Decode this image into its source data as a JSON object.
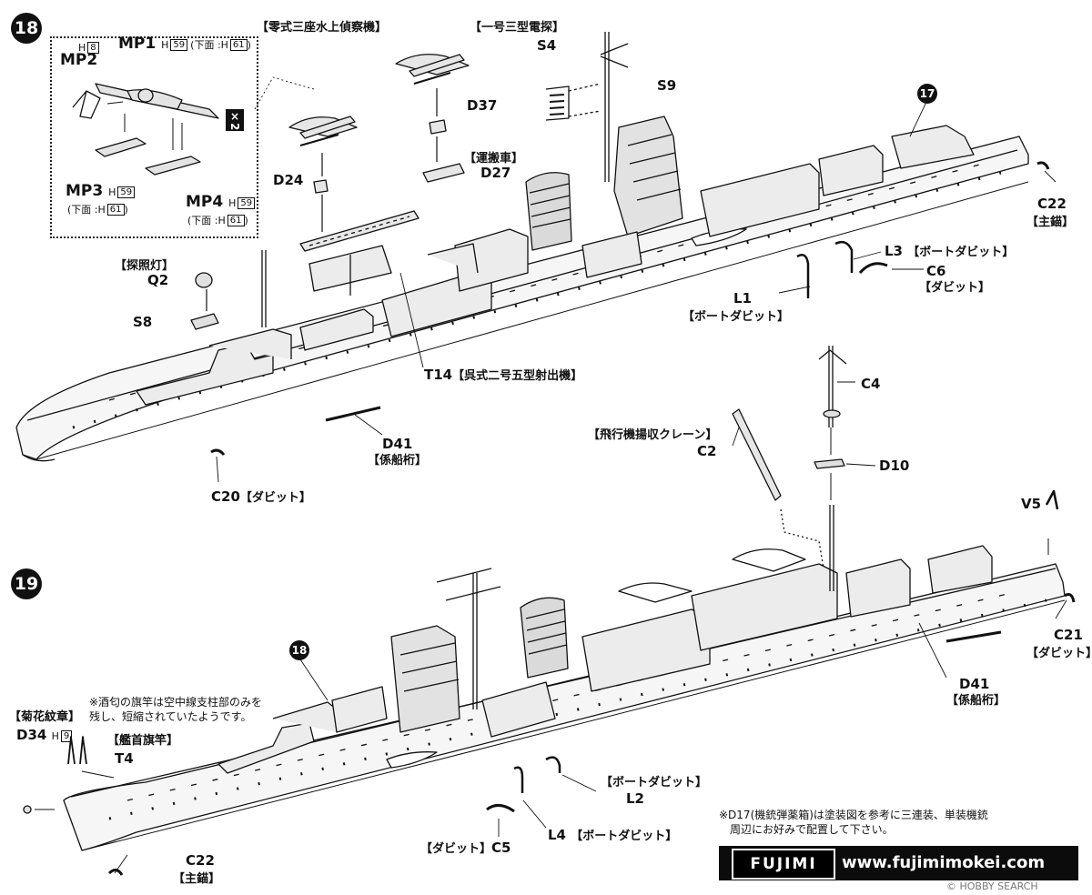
{
  "steps": {
    "step18": "18",
    "step19": "19",
    "ref17": "17",
    "ref18": "18"
  },
  "inset": {
    "title": "【零式三座水上偵察機】",
    "mp1": "MP1",
    "mp1_h": "H",
    "mp1_box": "59",
    "mp1_under": "(下面 :H",
    "mp1_under_box": "61",
    "mp2_h": "H",
    "mp2_box": "8",
    "mp2": "MP2",
    "mp3": "MP3",
    "mp3_h": "H",
    "mp3_box": "59",
    "mp3_under": "(下面 :H",
    "mp3_under_box": "61",
    "mp4": "MP4",
    "mp4_h": "H",
    "mp4_box": "59",
    "mp4_under": "(下面 :H",
    "mp4_under_box": "61",
    "x2": "×2"
  },
  "step18_labels": {
    "radar_title": "【一号三型電探】",
    "s4": "S4",
    "s9": "S9",
    "d37": "D37",
    "transport": "【運搬車】",
    "d27": "D27",
    "d24": "D24",
    "searchlight": "【探照灯】",
    "q2": "Q2",
    "s8": "S8",
    "c22": "C22",
    "anchor": "【主錨】",
    "l3": "L3",
    "l3_name": "【ボートダビット】",
    "c6": "C6",
    "c6_name": "【ダビット】",
    "l1": "L1",
    "l1_name": "【ボートダビット】",
    "t14": "T14",
    "t14_name": "【呉式二号五型射出機】",
    "d41": "D41",
    "d41_name": "【係船桁】",
    "c20": "C20",
    "c20_name": "【ダビット】"
  },
  "step19_labels": {
    "c4": "C4",
    "crane": "【飛行機揚収クレーン】",
    "c2": "C2",
    "d10": "D10",
    "v5": "V5",
    "c21": "C21",
    "c21_name": "【ダビット】",
    "d41": "D41",
    "d41_name": "【係船桁】",
    "note1_line1": "※酒匂の旗竿は空中線支柱部のみを",
    "note1_line2": "残し、短縮されていたようです。",
    "chrysanthemum": "【菊花紋章】",
    "d34": "D34",
    "d34_h": "H",
    "d34_box": "9",
    "bowstaff": "【艦首旗竿】",
    "t4": "T4",
    "boat_davit": "【ボートダビット】",
    "l2": "L2",
    "l4": "L4",
    "l4_name": "【ボートダビット】",
    "davit": "【ダビット】",
    "c5": "C5",
    "c22": "C22",
    "anchor": "【主錨】",
    "note2_line1": "※D17(機銃弾薬箱)は塗装図を参考に三連装、単装機銃",
    "note2_line2": "周辺にお好みで配置して下さい。"
  },
  "footer": {
    "logo": "FUJIMI",
    "url": "www.fujimimokei.com",
    "watermark": "© HOBBY SEARCH"
  },
  "colors": {
    "ink": "#111111",
    "hull_fill": "#f4f4f4",
    "shade": "#9a9a9a",
    "dark": "#5a5a5a",
    "footer_bg": "#0c0c0c"
  }
}
